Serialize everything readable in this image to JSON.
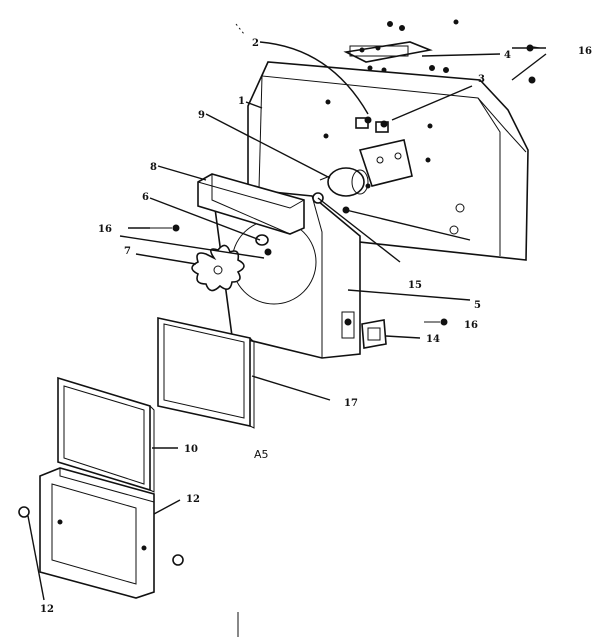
{
  "diagram_ref": "A5",
  "callouts": {
    "c1": "1",
    "c2": "2",
    "c3": "3",
    "c4": "4",
    "c5": "5",
    "c6": "6",
    "c7": "7",
    "c8": "8",
    "c9": "9",
    "c10": "10",
    "c12a": "12",
    "c12b": "12",
    "c14": "14",
    "c15": "15",
    "c16a": "16",
    "c16b": "16",
    "c16c": "16",
    "c17": "17"
  }
}
